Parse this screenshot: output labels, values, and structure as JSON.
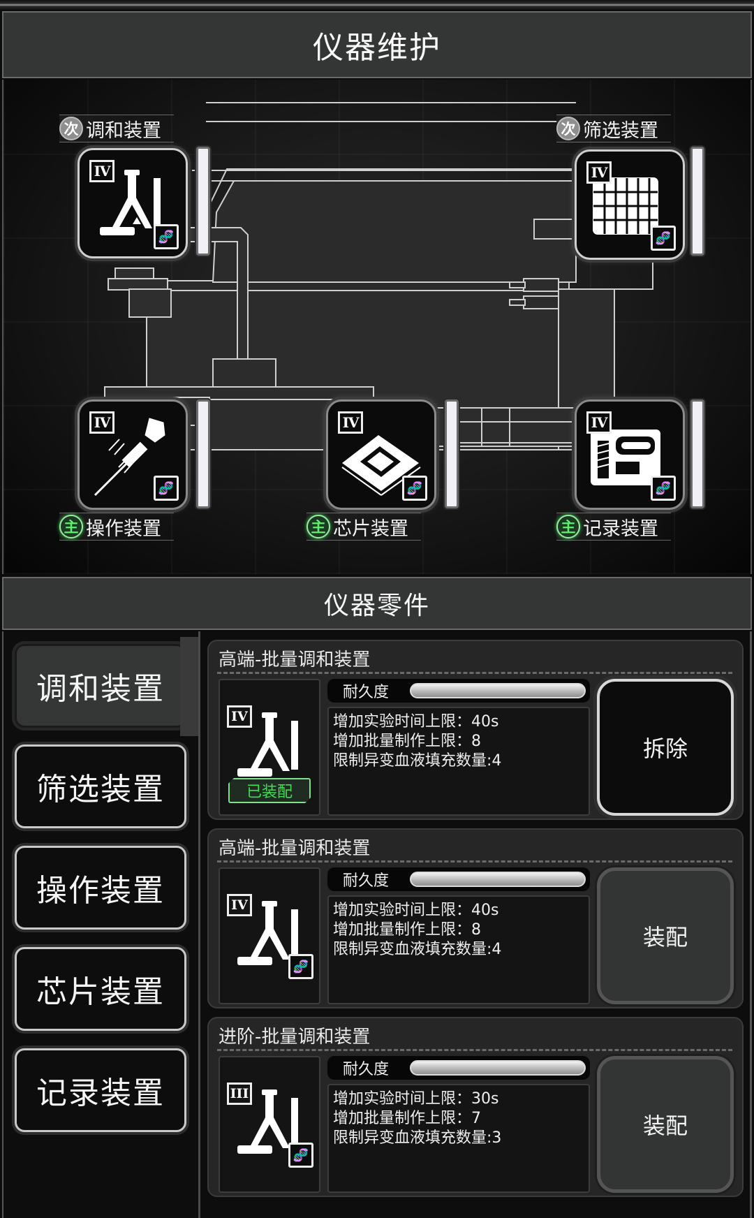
{
  "header": {
    "title": "仪器维护"
  },
  "schematic": {
    "devices": [
      {
        "id": "blend",
        "name": "调和装置",
        "role": "次",
        "role_type": "secondary",
        "tier": "IV",
        "icon": "flask-icon"
      },
      {
        "id": "filter",
        "name": "筛选装置",
        "role": "次",
        "role_type": "secondary",
        "tier": "IV",
        "icon": "grid-filter-icon"
      },
      {
        "id": "operate",
        "name": "操作装置",
        "role": "主",
        "role_type": "main",
        "tier": "IV",
        "icon": "probe-wand-icon"
      },
      {
        "id": "chip",
        "name": "芯片装置",
        "role": "主",
        "role_type": "main",
        "tier": "IV",
        "icon": "chip-icon"
      },
      {
        "id": "record",
        "name": "记录装置",
        "role": "主",
        "role_type": "main",
        "tier": "IV",
        "icon": "recorder-icon"
      }
    ],
    "dna_glyph": "🧬"
  },
  "parts": {
    "title": "仪器零件",
    "tabs": [
      {
        "label": "调和装置",
        "active": true
      },
      {
        "label": "筛选装置",
        "active": false
      },
      {
        "label": "操作装置",
        "active": false
      },
      {
        "label": "芯片装置",
        "active": false
      },
      {
        "label": "记录装置",
        "active": false
      }
    ],
    "items": [
      {
        "name": "高端-批量调和装置",
        "tier": "IV",
        "durability_label": "耐久度",
        "durability_pct": 100,
        "stats": [
          "增加实验时间上限：40s",
          "增加批量制作上限：8",
          "限制异变血液填充数量:4"
        ],
        "status": "已装配",
        "action": "拆除"
      },
      {
        "name": "高端-批量调和装置",
        "tier": "IV",
        "durability_label": "耐久度",
        "durability_pct": 100,
        "stats": [
          "增加实验时间上限：40s",
          "增加批量制作上限：8",
          "限制异变血液填充数量:4"
        ],
        "status": "",
        "action": "装配"
      },
      {
        "name": "进阶-批量调和装置",
        "tier": "III",
        "durability_label": "耐久度",
        "durability_pct": 100,
        "stats": [
          "增加实验时间上限：30s",
          "增加批量制作上限：7",
          "限制异变血液填充数量:3"
        ],
        "status": "",
        "action": "装配"
      }
    ]
  },
  "colors": {
    "equipped_green": "#3ce052",
    "main_badge_green": "#5ff06e",
    "panel_bg": "#262626",
    "header_bg": "#343535"
  }
}
